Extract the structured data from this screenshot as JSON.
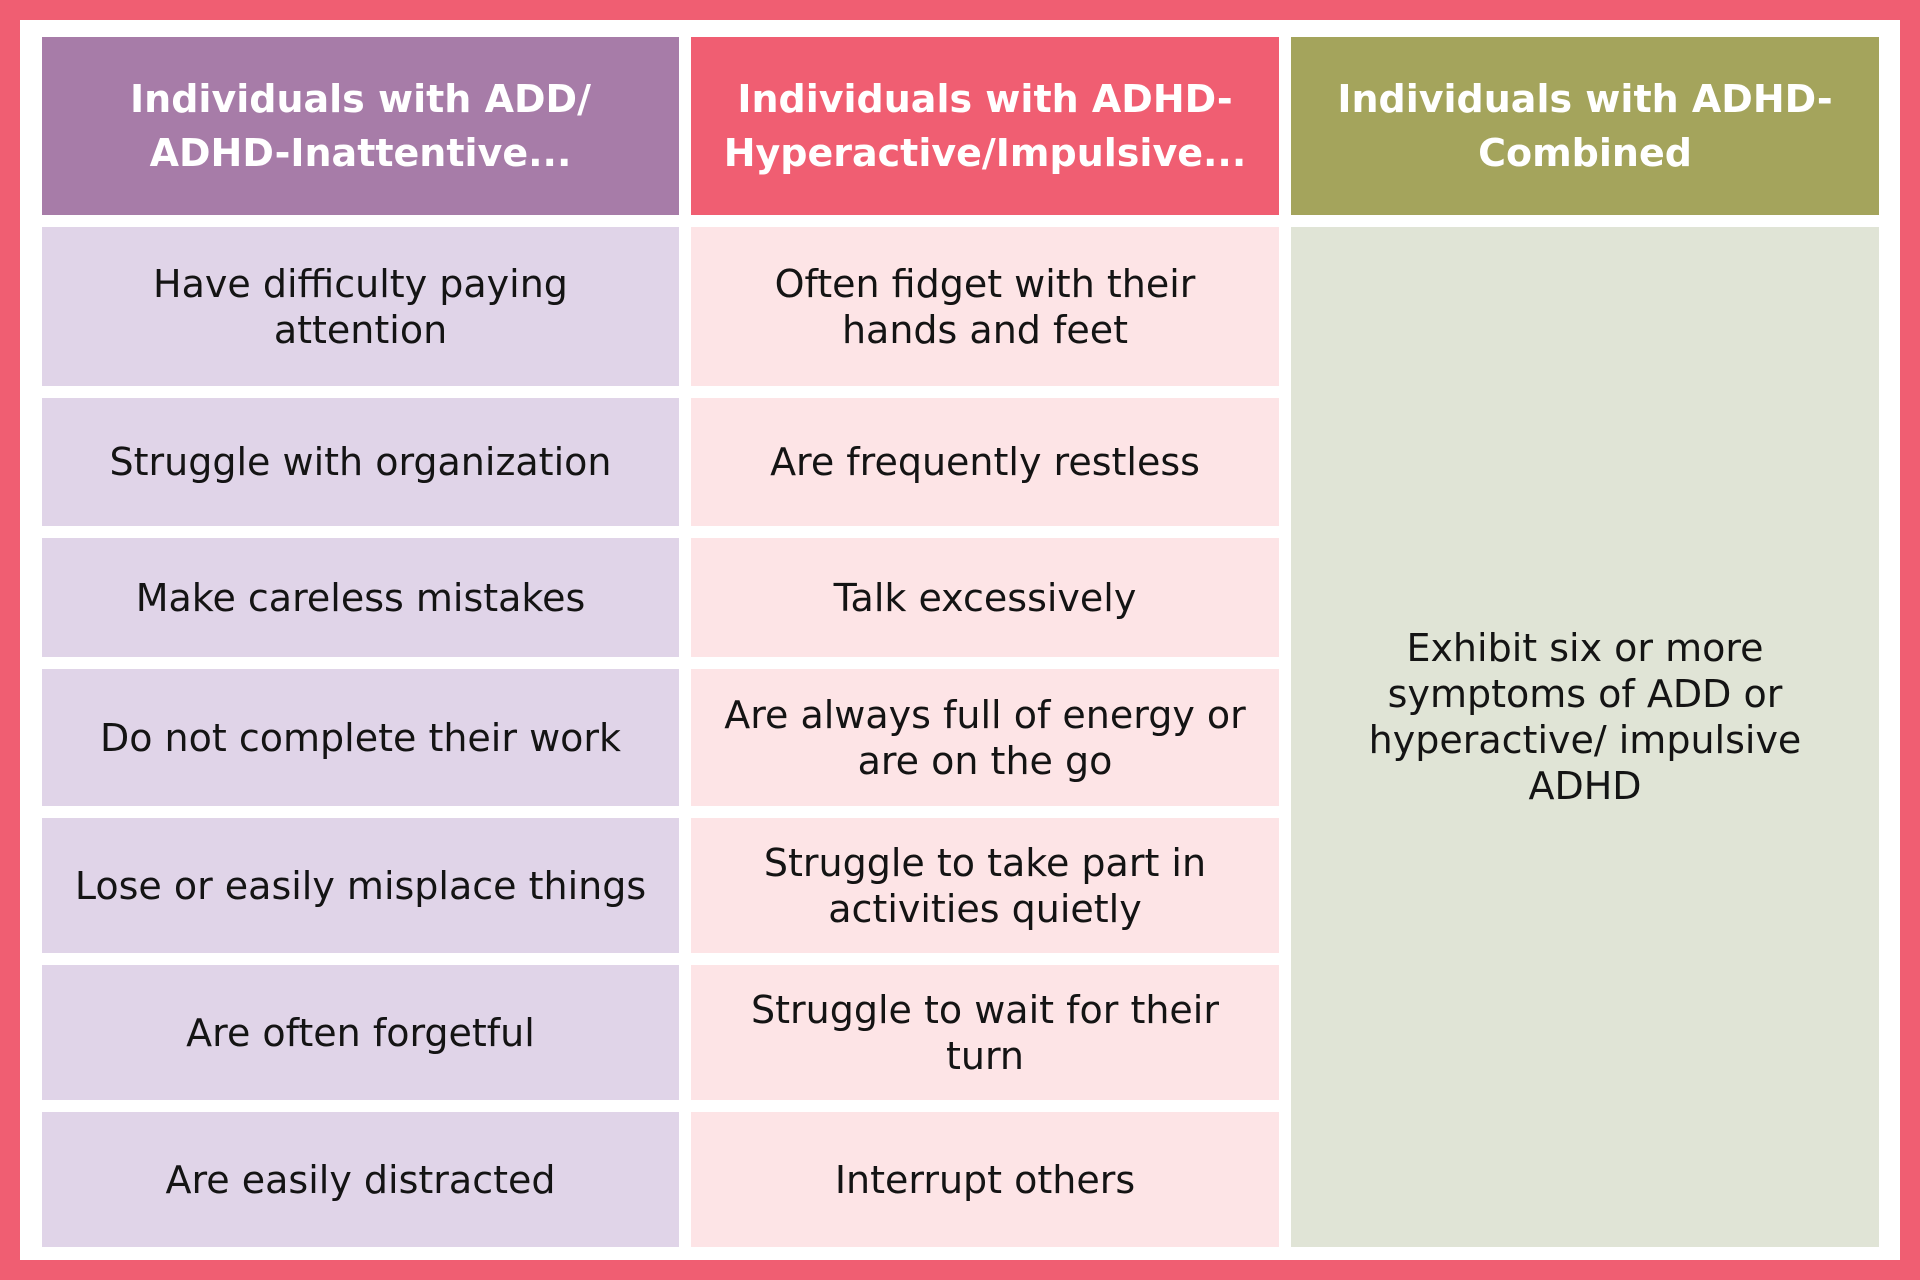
{
  "headers": [
    "Individuals with ADD/ ADHD-Inattentive...",
    "Individuals with ADHD-Hyperactive/Impulsive...",
    "Individuals with ADHD-Combined"
  ],
  "inattentive": [
    "Have difficulty paying attention",
    "Struggle with organization",
    "Make careless mistakes",
    "Do not complete their work",
    "Lose or easily misplace things",
    "Are often forgetful",
    "Are easily distracted"
  ],
  "hyperactive": [
    "Often fidget with their hands and feet",
    "Are frequently restless",
    "Talk excessively",
    "Are always full of energy or are on the go",
    "Struggle to take part in activities quietly",
    "Struggle to wait for their turn",
    "Interrupt others"
  ],
  "combined": "Exhibit six or more symptoms of ADD or hyperactive/ impulsive  ADHD",
  "colors": {
    "border": "#f05e72",
    "header_inattentive": "#a77ca8",
    "header_hyperactive": "#f05e72",
    "header_combined": "#a4a45c",
    "cell_inattentive": "#e0d4e8",
    "cell_hyperactive": "#fde4e6",
    "cell_combined": "#e0e4d6"
  }
}
